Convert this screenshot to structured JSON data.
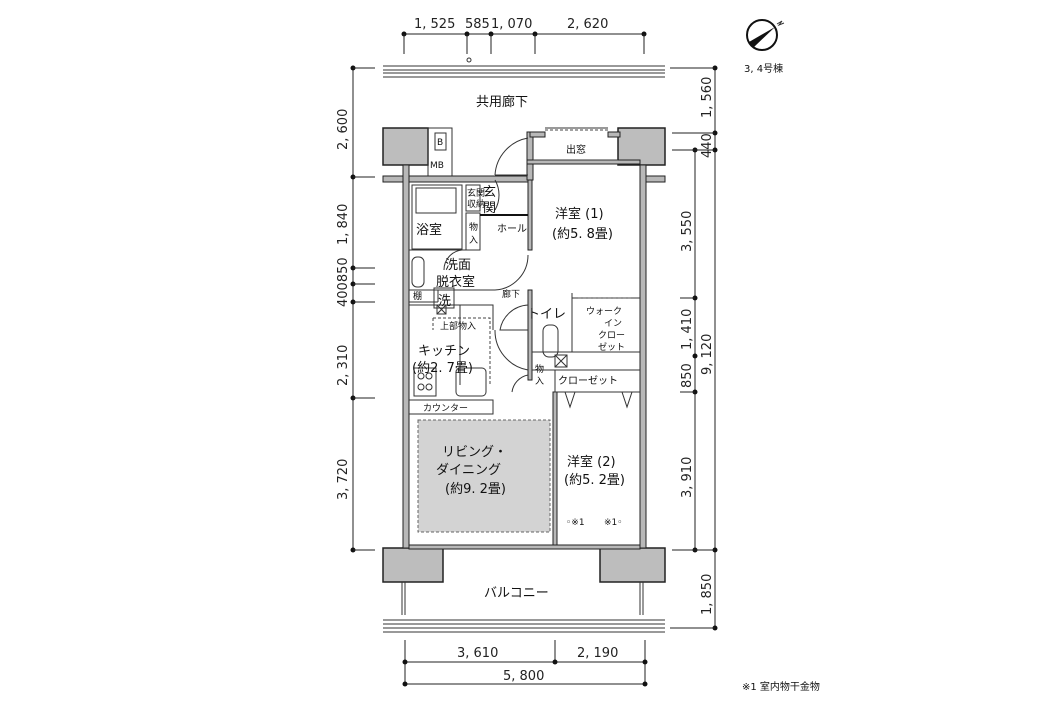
{
  "building": "3, 4号棟",
  "footnote": "※1 室内物干金物",
  "dimensions": {
    "top": [
      "1, 525",
      "585",
      "1, 070",
      "2, 620"
    ],
    "left": [
      "2, 600",
      "1, 840",
      "400850",
      "2, 310",
      "3, 720"
    ],
    "right_outer": [
      "1, 560",
      "9, 120",
      "1, 850"
    ],
    "right_inner": [
      "440",
      "3, 550",
      "1, 410",
      "850",
      "3, 910"
    ],
    "bottom": [
      "3, 610",
      "2, 190"
    ],
    "bottom_total": "5, 800"
  },
  "areas": {
    "corridor": "共用廊下",
    "balcony": "バルコニー",
    "bay_window": "出窓",
    "entrance": "玄関",
    "entrance_storage": [
      "玄関",
      "収納"
    ],
    "storage_small": [
      "物",
      "入"
    ],
    "hall": "ホール",
    "bath": "浴室",
    "washroom": [
      "洗面",
      "脱衣室"
    ],
    "shelf": "棚",
    "washer": "洗",
    "hallway": "廊下",
    "toilet": "トイレ",
    "walk_in_closet": [
      "ウォーク",
      "イン",
      "クロー",
      "ゼット"
    ],
    "upper_storage": "上部物入",
    "kitchen": {
      "name": "キッチン",
      "size": "(約2. 7畳)"
    },
    "storage2": [
      "物",
      "入"
    ],
    "closet": "クローゼット",
    "counter": "カウンター",
    "living_dining": {
      "name1": "リビング・",
      "name2": "ダイニング",
      "size": "(約9. 2畳)"
    },
    "bedroom1": {
      "name": "洋室 (1)",
      "size": "(約5. 8畳)"
    },
    "bedroom2": {
      "name": "洋室 (2)",
      "size": "(約5. 2畳)"
    },
    "drying_marks": [
      "◦※1",
      "※1◦"
    ],
    "mb_b": "B",
    "mb": "MB"
  }
}
